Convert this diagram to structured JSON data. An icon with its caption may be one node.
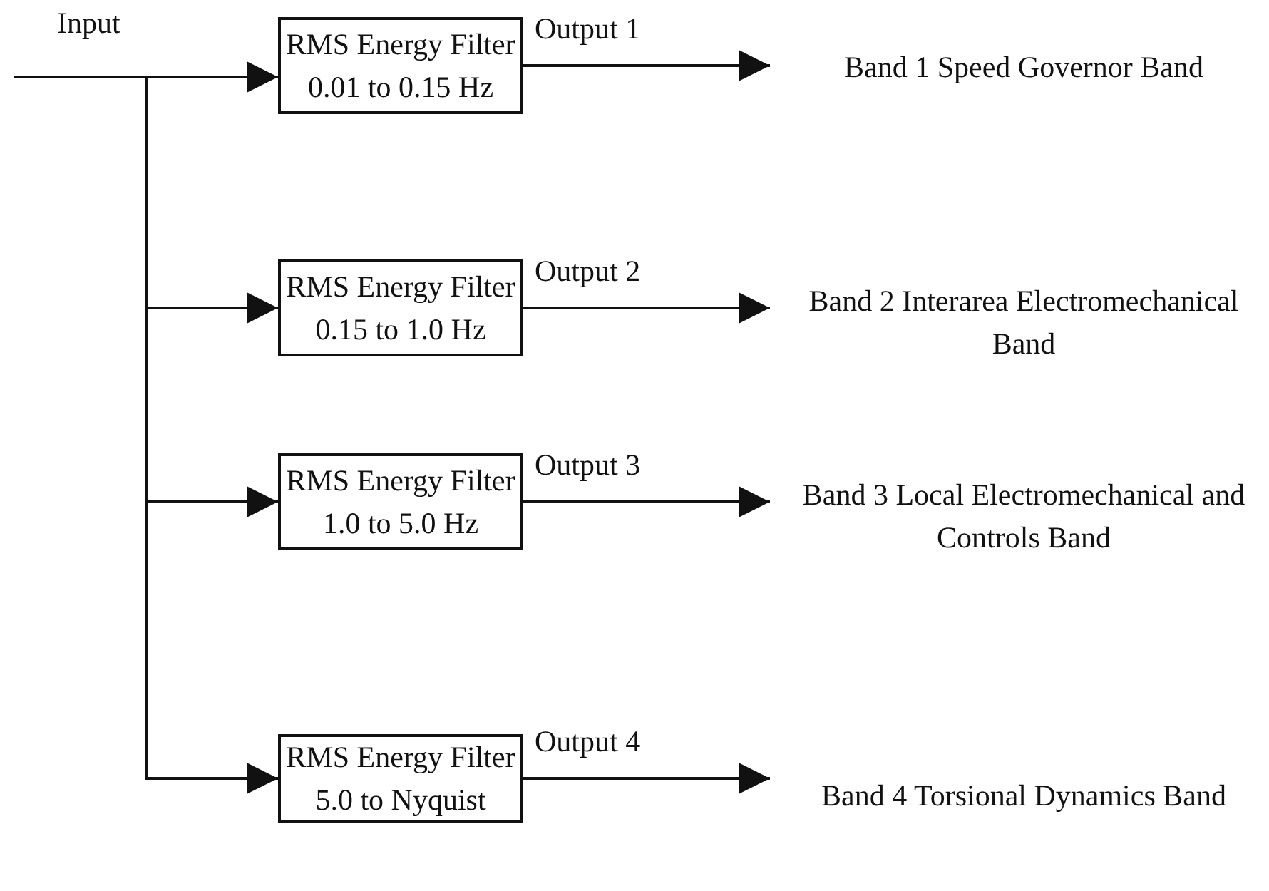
{
  "diagram": {
    "nodes": [
      {
        "text": [
          "RMS Energy Filter 0.01 to 0.15 Hz"
        ]
      },
      {
        "text": [
          "RMS Energy Filter 0.15 to 1.0 Hz"
        ]
      },
      {
        "text": [
          "RMS Energy Filter 1.0 to 5.0 Hz"
        ]
      },
      {
        "text": [
          "RMS Energy Filter 5.0 to Nyquist"
        ]
      },
      {
        "text": [
          "Band 1 Speed Governor Band"
        ]
      },
      {
        "text": [
          "Band 2 Interarea Electromechanical Band"
        ]
      },
      {
        "text": [
          "Band 3 Local Electromechanical and Controls Band"
        ]
      },
      {
        "text": [
          "Band 4 Torsional Dynamics Band"
        ]
      }
    ],
    "edges": [
      {
        "from": null,
        "to": 0,
        "arrow": "to"
      },
      {
        "from": null,
        "to": 1,
        "arrow": "to"
      },
      {
        "from": null,
        "to": 2,
        "arrow": "to"
      },
      {
        "from": null,
        "to": 3,
        "arrow": "to"
      },
      {
        "from": 0,
        "to": 4,
        "arrow": "to",
        "label": "Output 1"
      },
      {
        "from": 1,
        "to": 5,
        "arrow": "to",
        "label": "Output 2"
      },
      {
        "from": 2,
        "to": 6,
        "arrow": "to",
        "label": "Output 3"
      },
      {
        "from": 3,
        "to": 7,
        "arrow": "to",
        "label": "Output 4"
      }
    ],
    "labels": [
      "Input"
    ]
  }
}
